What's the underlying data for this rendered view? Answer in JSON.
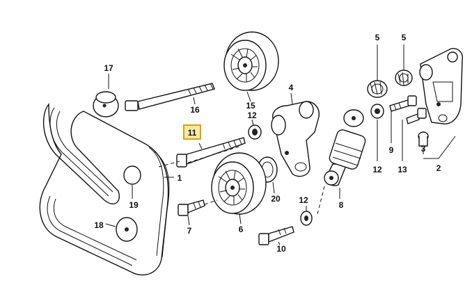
{
  "callouts": {
    "p1": "1",
    "p2": "2",
    "p3": "3",
    "p4": "4",
    "p5a": "5",
    "p5b": "5",
    "p6": "6",
    "p7": "7",
    "p8": "8",
    "p9": "9",
    "p10": "10",
    "p11": "11",
    "p12a": "12",
    "p12b": "12",
    "p12c": "12",
    "p13": "13",
    "p15": "15",
    "p16": "16",
    "p17": "17",
    "p18": "18",
    "p19": "19",
    "p20": "20"
  },
  "highlighted_part": "11",
  "colors": {
    "highlight_fill": "#ffe9a8",
    "highlight_border": "#e0a000",
    "line": "#111111"
  }
}
